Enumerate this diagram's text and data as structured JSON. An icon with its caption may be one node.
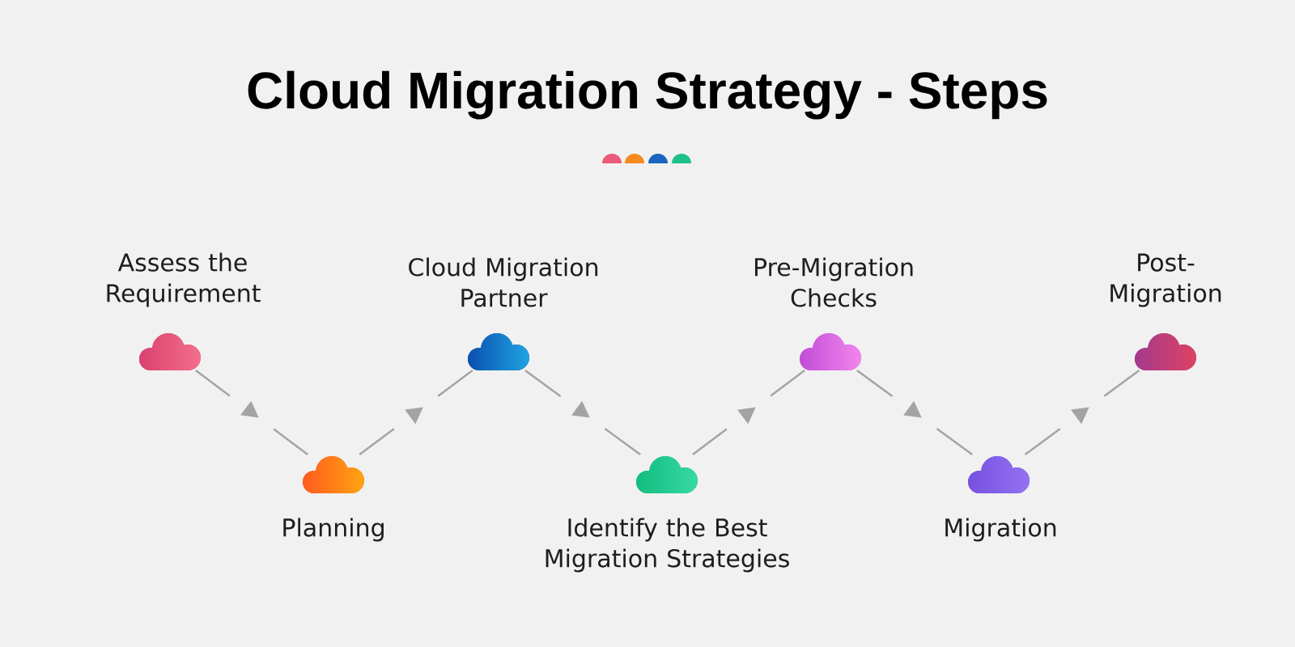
{
  "diagram": {
    "title": "Cloud Migration Strategy - Steps",
    "nodes": [
      {
        "text": [
          "Assess the Requirement"
        ]
      },
      {
        "text": [
          "Planning"
        ]
      },
      {
        "text": [
          "Cloud Migration Partner"
        ]
      },
      {
        "text": [
          "Identify the Best Migration Strategies"
        ]
      },
      {
        "text": [
          "Pre-Migration Checks"
        ]
      },
      {
        "text": [
          "Migration"
        ]
      },
      {
        "text": [
          "Post- Migration"
        ]
      }
    ],
    "edges": [
      {
        "from": 0,
        "to": 1,
        "arrow": "to"
      },
      {
        "from": 1,
        "to": 2,
        "arrow": "to"
      },
      {
        "from": 2,
        "to": 3,
        "arrow": "to"
      },
      {
        "from": 3,
        "to": 4,
        "arrow": "to"
      },
      {
        "from": 4,
        "to": 5,
        "arrow": "to"
      },
      {
        "from": 5,
        "to": 6,
        "arrow": "to"
      }
    ]
  }
}
